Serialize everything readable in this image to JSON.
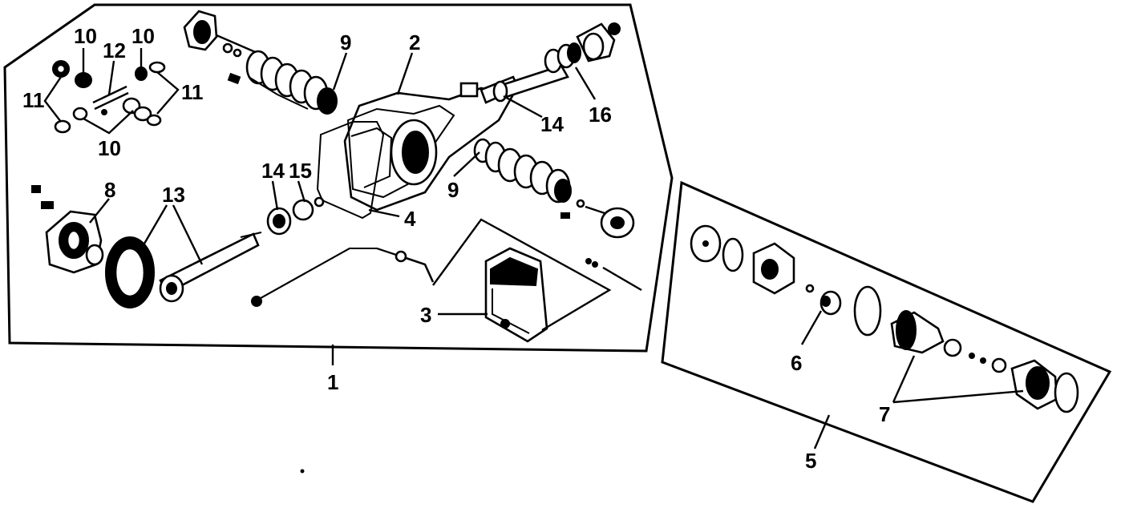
{
  "diagram": {
    "callouts": {
      "c1": "1",
      "c2": "2",
      "c3": "3",
      "c4": "4",
      "c5": "5",
      "c6": "6",
      "c7": "7",
      "c8": "8",
      "c9a": "9",
      "c9b": "9",
      "c10a": "10",
      "c10b": "10",
      "c10c": "10",
      "c11a": "11",
      "c11b": "11",
      "c12": "12",
      "c13": "13",
      "c14a": "14",
      "c14b": "14",
      "c15": "15",
      "c16": "16"
    }
  }
}
